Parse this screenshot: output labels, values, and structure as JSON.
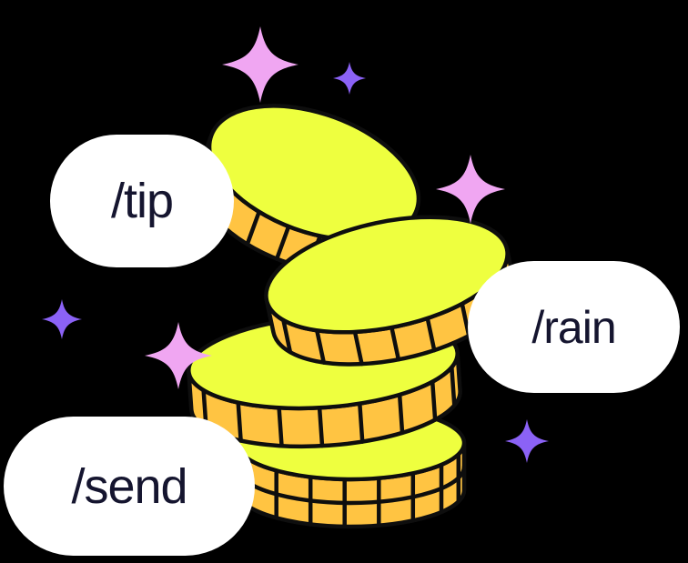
{
  "colors": {
    "page_bg": "#000000",
    "coin_face": "#EEFF3F",
    "coin_edge": "#FFC442",
    "coin_outline": "#0E0E0E",
    "sparkle_pink": "#F0A6F2",
    "sparkle_purple": "#8B62F6",
    "pill_bg": "#FFFFFF",
    "pill_text": "#15152F"
  },
  "pills": {
    "tip": {
      "label": "/tip"
    },
    "rain": {
      "label": "/rain"
    },
    "send": {
      "label": "/send"
    }
  },
  "icons": {
    "sparkle": "four-pointed-sparkle",
    "coins": "stacked-gold-coins"
  }
}
